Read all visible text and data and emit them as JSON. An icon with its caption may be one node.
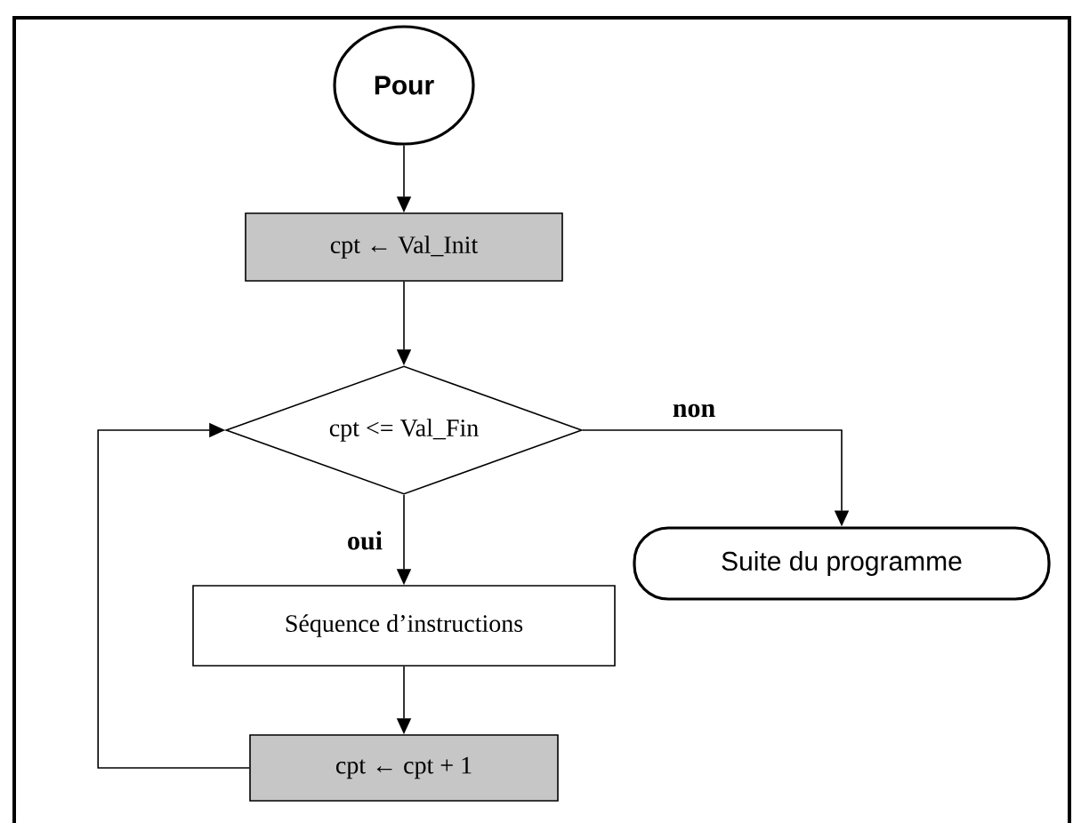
{
  "diagram": {
    "nodes": [
      {
        "text": [
          "Pour"
        ]
      },
      {
        "text": [
          "cpt ← Val_Init"
        ]
      },
      {
        "text": [
          "cpt <= Val_Fin"
        ]
      },
      {
        "text": [
          "Suite du programme"
        ]
      },
      {
        "text": [
          "Séquence d’instructions"
        ]
      },
      {
        "text": [
          "cpt ← cpt + 1"
        ]
      }
    ],
    "edges": [
      {
        "from": 0,
        "to": 1,
        "arrow": "to"
      },
      {
        "from": 1,
        "to": 2,
        "arrow": "to"
      },
      {
        "from": 2,
        "to": 3,
        "arrow": "to",
        "label": "non"
      },
      {
        "from": 2,
        "to": 4,
        "arrow": "to",
        "label": "oui"
      },
      {
        "from": 4,
        "to": 5,
        "arrow": "to"
      },
      {
        "from": 5,
        "to": 2,
        "arrow": "to"
      }
    ]
  }
}
